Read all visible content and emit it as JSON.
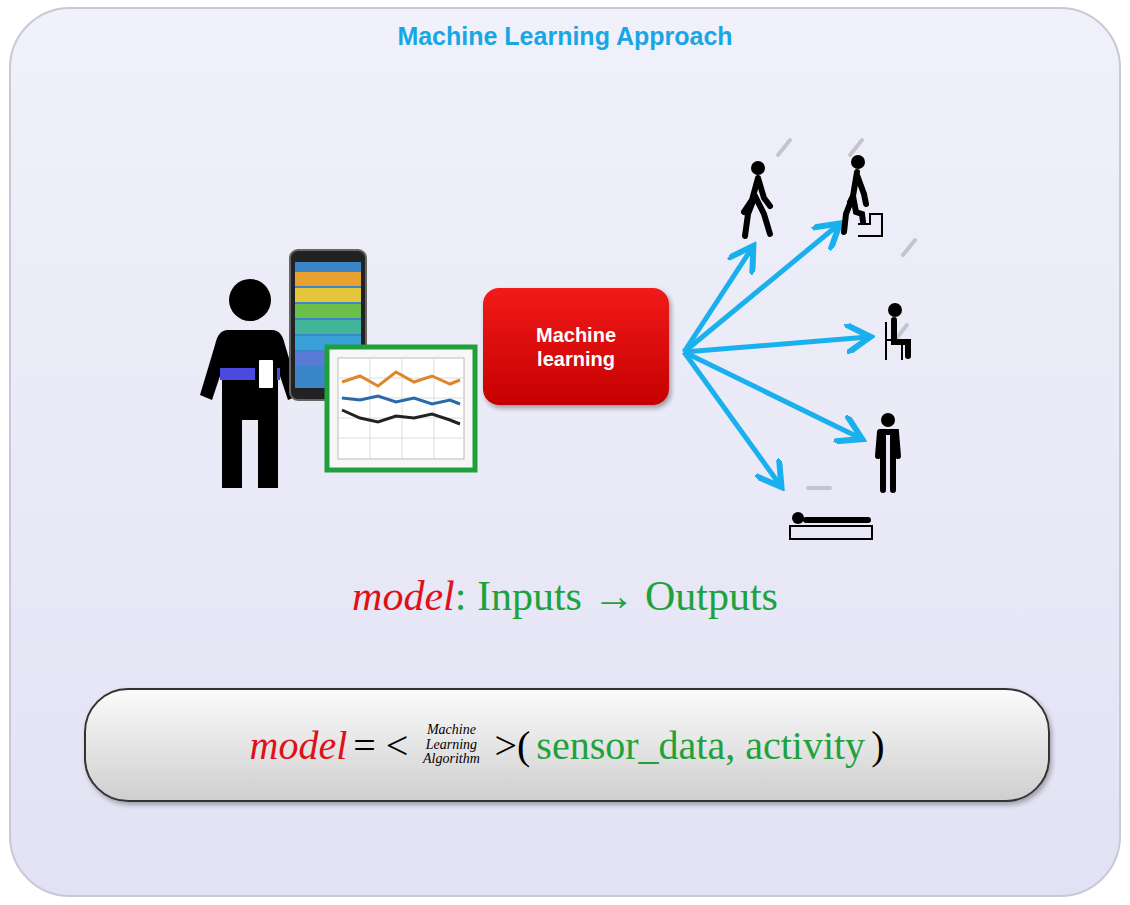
{
  "diagram": {
    "title": "Machine Learning Approach",
    "nodes": [
      {
        "text": [
          "Machine learning"
        ]
      },
      {
        "text": [
          "model",
          "= <",
          "Machine Learning Algorithm",
          ">(",
          "sensor_data, activity",
          ")"
        ]
      }
    ],
    "labels": [
      "model",
      ": Inputs → Outputs"
    ]
  }
}
